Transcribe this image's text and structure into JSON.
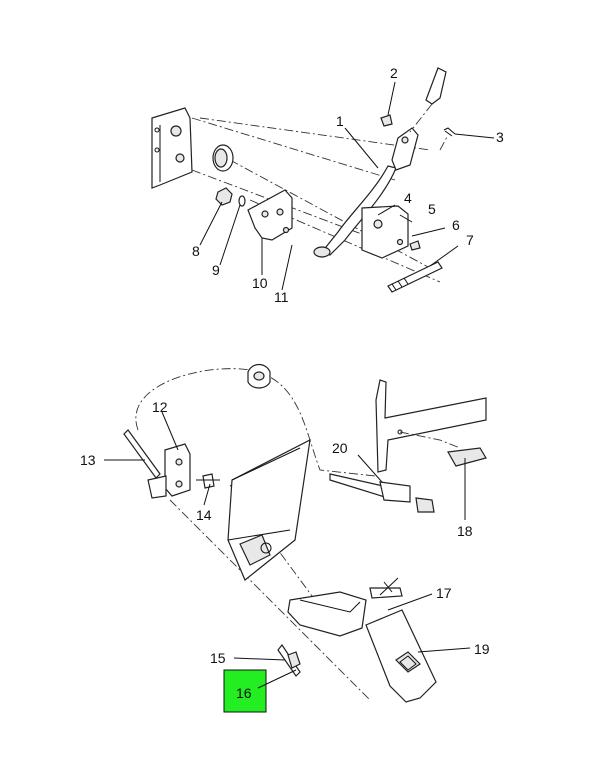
{
  "diagram": {
    "callouts": {
      "c1": "1",
      "c2": "2",
      "c3": "3",
      "c4": "4",
      "c5": "5",
      "c6": "6",
      "c7": "7",
      "c8": "8",
      "c9": "9",
      "c10": "10",
      "c11": "11",
      "c12": "12",
      "c13": "13",
      "c14": "14",
      "c15": "15",
      "c16": "16",
      "c17": "17",
      "c18": "18",
      "c19": "19",
      "c20": "20"
    },
    "highlight_color": "#22ee22"
  }
}
